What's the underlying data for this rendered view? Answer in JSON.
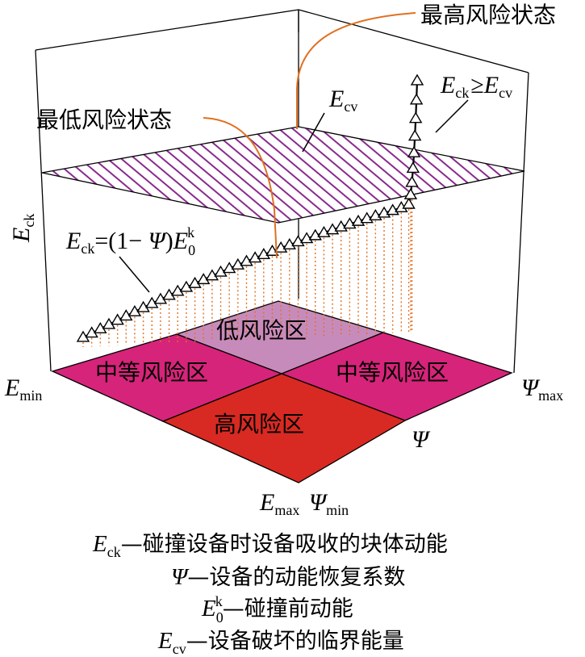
{
  "colors": {
    "low_risk": "#c78bbb",
    "medium_risk": "#d6247a",
    "high_risk": "#d82a22",
    "hatch": "#8a2a8e",
    "leader_line": "#e07020",
    "projection": "#e07020",
    "curve": "#000000"
  },
  "zones": {
    "low": "低风险区",
    "medium_left": "中等风险区",
    "medium_right": "中等风险区",
    "high": "高风险区"
  },
  "callouts": {
    "highest_risk_state": "最高风险状态",
    "lowest_risk_state": "最低风险状态"
  },
  "labels": {
    "E": "E",
    "Psi": "Ψ",
    "sub_ck": "ck",
    "sub_cv": "cv",
    "sub_min": "min",
    "sub_max": "max",
    "ge": "≥",
    "eq_part1": "=(1− ",
    "eq_part2": ")",
    "sup_k": "k",
    "sub_0": "0"
  },
  "legend": [
    {
      "sym": "E",
      "sub": "ck",
      "sup": "",
      "text": "—碰撞设备时设备吸收的块体动能"
    },
    {
      "sym": "Ψ",
      "sub": "",
      "sup": "",
      "text": "—设备的动能恢复系数"
    },
    {
      "sym": "E",
      "sub": "0",
      "sup": "k",
      "text": "—碰撞前动能"
    },
    {
      "sym": "E",
      "sub": "cv",
      "sup": "",
      "text": "—设备破坏的临界能量"
    }
  ]
}
